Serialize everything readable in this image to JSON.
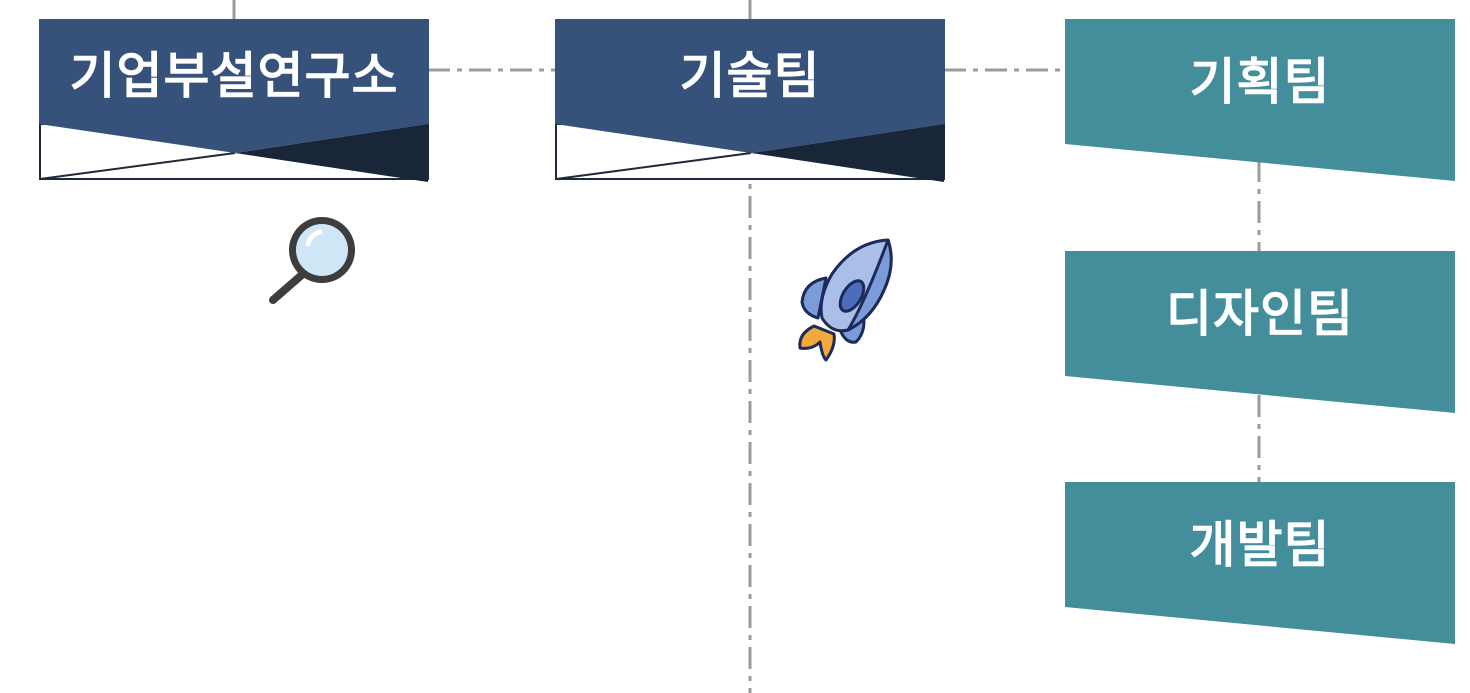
{
  "colors": {
    "navy": "#37527a",
    "navy_dark": "#192638",
    "teal": "#448e9c",
    "connector": "#9b9b9b"
  },
  "banners": [
    {
      "label": "기업부설연구소"
    },
    {
      "label": "기술팀"
    }
  ],
  "teams": [
    {
      "label": "기획팀"
    },
    {
      "label": "디자인팀"
    },
    {
      "label": "개발팀"
    }
  ],
  "icons": {
    "lab": "magnifier-icon",
    "tech": "rocket-icon"
  }
}
